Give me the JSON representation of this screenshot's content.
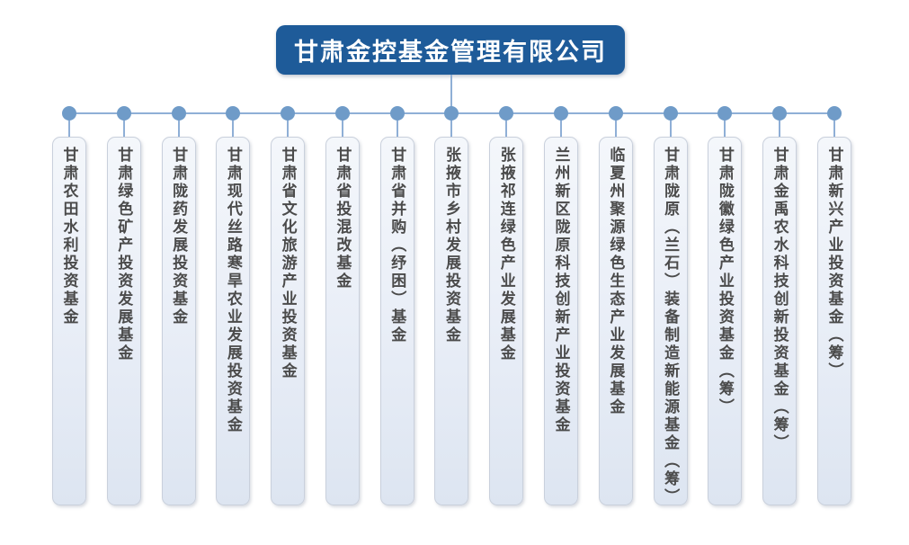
{
  "root": {
    "title": "甘肃金控基金管理有限公司"
  },
  "colors": {
    "root_bg": "#1e5b99",
    "root_text": "#ffffff",
    "connector": "#8fafd6",
    "dot": "#6f9bc8",
    "node_border": "#c9d0dc",
    "node_text": "#4b4b4b"
  },
  "funds": [
    {
      "name": "甘肃农田水利投资基金"
    },
    {
      "name": "甘肃绿色矿产投资发展基金"
    },
    {
      "name": "甘肃陇药发展投资基金"
    },
    {
      "name": "甘肃现代丝路寒旱农业发展投资基金"
    },
    {
      "name": "甘肃省文化旅游产业投资基金"
    },
    {
      "name": "甘肃省投混改基金"
    },
    {
      "name": "甘肃省并购（纾困）基金"
    },
    {
      "name": "张掖市乡村发展投资基金"
    },
    {
      "name": "张掖祁连绿色产业发展基金"
    },
    {
      "name": "兰州新区陇原科技创新产业投资基金"
    },
    {
      "name": "临夏州聚源绿色生态产业发展基金"
    },
    {
      "name": "甘肃陇原（兰石）装备制造新能源基金（筹）"
    },
    {
      "name": "甘肃陇徽绿色产业投资基金（筹）"
    },
    {
      "name": "甘肃金禹农水科技创新投资基金（筹）"
    },
    {
      "name": "甘肃新兴产业投资基金（筹）"
    }
  ]
}
